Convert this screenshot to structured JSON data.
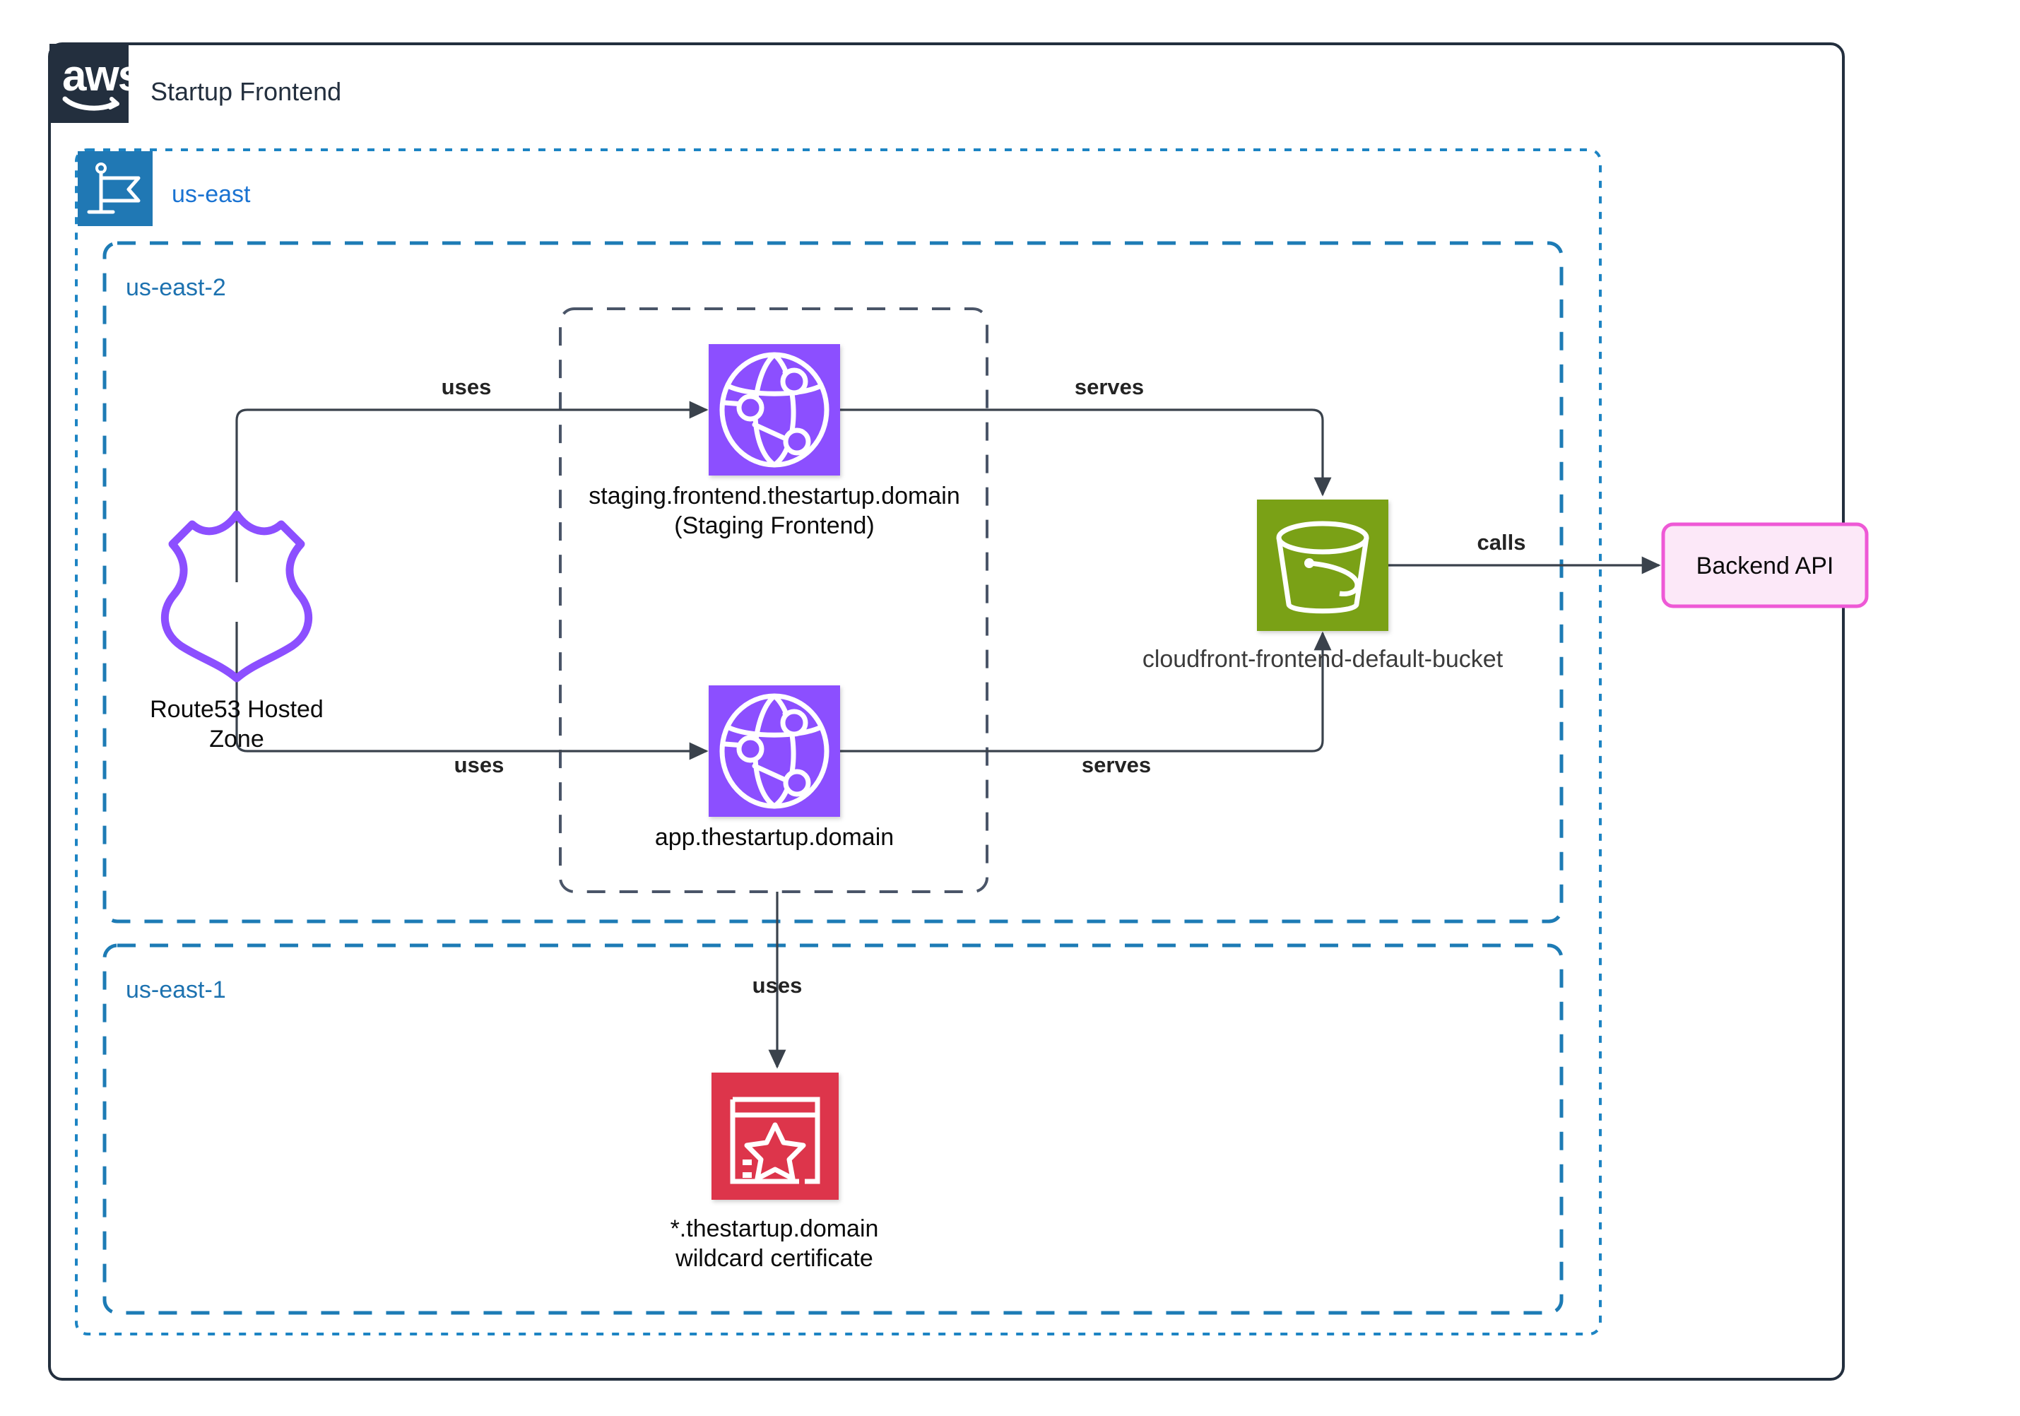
{
  "diagram": {
    "type": "aws-architecture",
    "title": "Startup Frontend",
    "brand": {
      "logo_text": "aws",
      "logo_bg": "#232f3e"
    },
    "regions": [
      {
        "id": "us-east",
        "label": "us-east",
        "icon": "region-flag-icon",
        "icon_color": "#2078b4",
        "border_color": "#1d84c3",
        "border_style": "dotted"
      },
      {
        "id": "us-east-2",
        "label": "us-east-2",
        "border_color": "#1d7bb5",
        "border_style": "dashed"
      },
      {
        "id": "us-east-1",
        "label": "us-east-1",
        "border_color": "#1d7bb5",
        "border_style": "dashed"
      }
    ],
    "groups": [
      {
        "id": "cloudfront-group",
        "label": "",
        "border_color": "#4a5568",
        "border_style": "dashed"
      }
    ],
    "nodes": [
      {
        "id": "route53",
        "label_line1": "Route53 Hosted",
        "label_line2": "Zone",
        "icon": "route53-shield-icon",
        "color": "#8c4fff",
        "shape": "shield-outline"
      },
      {
        "id": "cloudfront-staging",
        "label_line1": "staging.frontend.thestartup.domain",
        "label_line2": "(Staging Frontend)",
        "icon": "cloudfront-globe-icon",
        "color": "#8c4fff",
        "shape": "square"
      },
      {
        "id": "cloudfront-app",
        "label_line1": "app.thestartup.domain",
        "label_line2": "",
        "icon": "cloudfront-globe-icon",
        "color": "#8c4fff",
        "shape": "square"
      },
      {
        "id": "s3-bucket",
        "label_line1": "cloudfront-frontend-default-bucket",
        "label_line2": "",
        "icon": "s3-bucket-icon",
        "color": "#7aa116",
        "shape": "square"
      },
      {
        "id": "acm-certificate",
        "label_line1": "*.thestartup.domain",
        "label_line2": "wildcard certificate",
        "icon": "certificate-icon",
        "color": "#dd344c",
        "shape": "square"
      },
      {
        "id": "backend-api",
        "label_line1": "Backend API",
        "label_line2": "",
        "icon": "",
        "color": "#fce8f8",
        "border_color": "#ee59d6",
        "shape": "rounded-rect"
      }
    ],
    "edges": [
      {
        "id": "r53-to-staging",
        "from": "route53",
        "to": "cloudfront-staging",
        "label": "uses"
      },
      {
        "id": "r53-to-app",
        "from": "route53",
        "to": "cloudfront-app",
        "label": "uses"
      },
      {
        "id": "staging-to-bucket",
        "from": "cloudfront-staging",
        "to": "s3-bucket",
        "label": "serves"
      },
      {
        "id": "app-to-bucket",
        "from": "cloudfront-app",
        "to": "s3-bucket",
        "label": "serves"
      },
      {
        "id": "bucket-to-backend",
        "from": "s3-bucket",
        "to": "backend-api",
        "label": "calls"
      },
      {
        "id": "cloudfront-to-cert",
        "from": "cloudfront-group",
        "to": "acm-certificate",
        "label": "uses"
      }
    ]
  }
}
